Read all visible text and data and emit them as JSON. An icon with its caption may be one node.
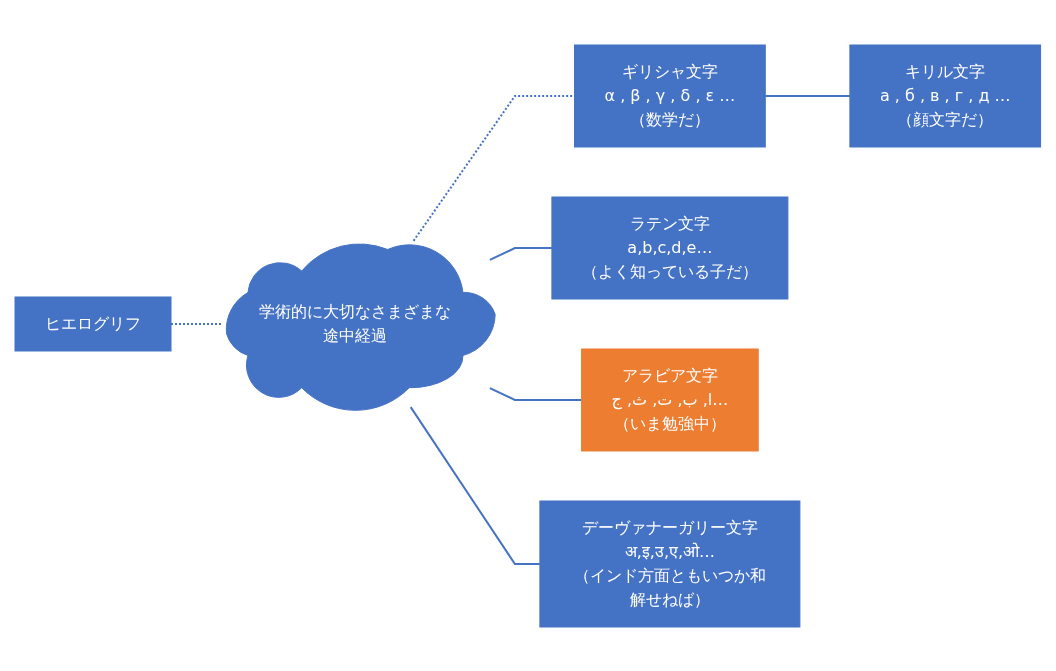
{
  "diagram": {
    "nodes": [
      {
        "text": [
          "ヒエログリフ"
        ]
      },
      {
        "text": [
          "学術的に大切なさまざまな途中経過"
        ]
      },
      {
        "text": [
          "ギリシャ文字",
          "α , β , γ , δ , ε …",
          "（数学だ）"
        ]
      },
      {
        "text": [
          "キリル文字",
          "а , б , в , г , д …",
          "（顔文字だ）"
        ]
      },
      {
        "text": [
          "ラテン文字",
          "a,b,c,d,e…",
          "（よく知っている子だ）"
        ]
      },
      {
        "text": [
          "アラビア文字",
          "ا, ب, ت, ث, ج…",
          "（いま勉強中）"
        ]
      },
      {
        "text": [
          "デーヴァナーガリー文字",
          "अ,इ,उ,ए,ओ…",
          "（インド方面ともいつか和解せねば）"
        ]
      }
    ],
    "edges": [
      {
        "from": 0,
        "to": 1,
        "arrow": "none",
        "style": "dashed"
      },
      {
        "from": 1,
        "to": 2,
        "arrow": "none",
        "style": "dashed"
      },
      {
        "from": 2,
        "to": 3,
        "arrow": "none"
      },
      {
        "from": 1,
        "to": 4,
        "arrow": "none"
      },
      {
        "from": 1,
        "to": 5,
        "arrow": "none"
      },
      {
        "from": 1,
        "to": 6,
        "arrow": "none"
      }
    ]
  }
}
